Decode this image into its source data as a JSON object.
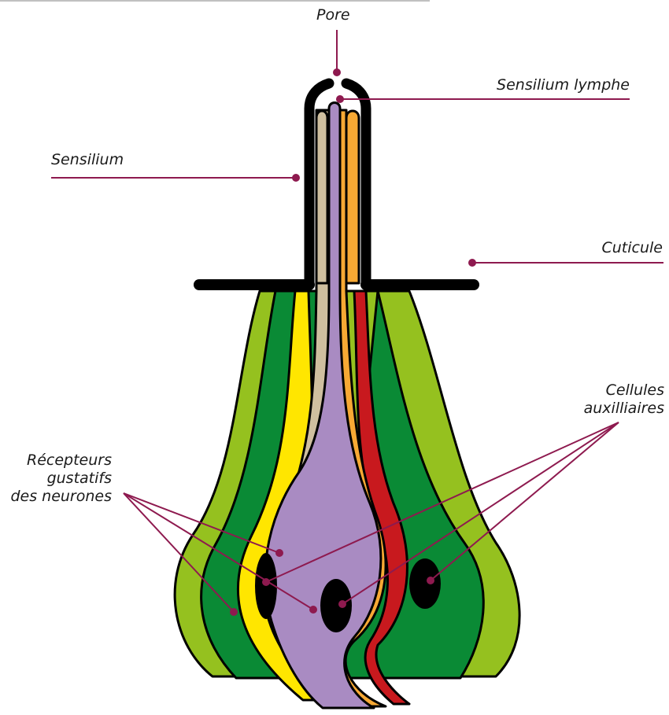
{
  "labels": {
    "pore": "Pore",
    "lymph": "Sensilium lymphe",
    "sensilium": "Sensilium",
    "cuticle": "Cuticule",
    "aux_line1": "Cellules",
    "aux_line2": "auxilliaires",
    "rec_line1": "Récepteurs",
    "rec_line2": "gustatifs",
    "rec_line3": "des neurones"
  },
  "colors": {
    "outline": "#000000",
    "leader": "#8e1a4f",
    "light_green": "#95c11f",
    "dark_green": "#0a8a35",
    "yellow": "#ffe600",
    "beige": "#cfbf9f",
    "lavender": "#a98bc2",
    "orange": "#f7a934",
    "red": "#c8191e",
    "nucleus": "#000000"
  }
}
